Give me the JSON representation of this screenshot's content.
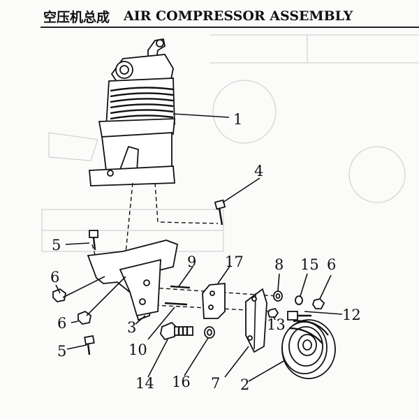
{
  "title": {
    "chinese": "空压机总成",
    "english": "AIR COMPRESSOR ASSEMBLY"
  },
  "callouts": {
    "c1": "1",
    "c2": "2",
    "c3": "3",
    "c4": "4",
    "c5a": "5",
    "c5b": "5",
    "c6a": "6",
    "c6b": "6",
    "c6c": "6",
    "c7": "7",
    "c8": "8",
    "c9": "9",
    "c10": "10",
    "c12": "12",
    "c13": "13",
    "c14": "14",
    "c15": "15",
    "c16": "16",
    "c17": "17"
  }
}
